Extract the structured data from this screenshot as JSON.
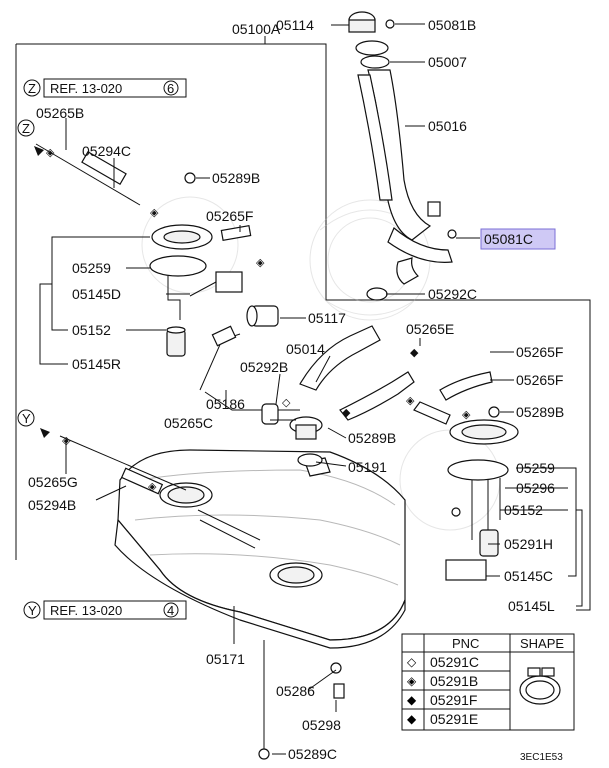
{
  "labels": {
    "p05100A": "05100A",
    "p05114": "05114",
    "p05081B": "05081B",
    "p05007": "05007",
    "p05016": "05016",
    "p05081C": "05081C",
    "p05292C": "05292C",
    "p05265B": "05265B",
    "p05294C": "05294C",
    "p05289B_top": "05289B",
    "p05265F_left": "05265F",
    "p05259_left": "05259",
    "p05145D": "05145D",
    "p05152_left": "05152",
    "p05145R": "05145R",
    "p05117": "05117",
    "p05265E": "05265E",
    "p05014": "05014",
    "p05292B": "05292B",
    "p05186": "05186",
    "p05265C": "05265C",
    "p05289B_mid": "05289B",
    "p05191": "05191",
    "p05265F_r1": "05265F",
    "p05265F_r2": "05265F",
    "p05289B_right": "05289B",
    "p05259_right": "05259",
    "p05296": "05296",
    "p05152_right": "05152",
    "p05291H": "05291H",
    "p05145C": "05145C",
    "p05145L": "05145L",
    "p05265G": "05265G",
    "p05294B": "05294B",
    "p05171": "05171",
    "p05286": "05286",
    "p05298": "05298",
    "p05289C": "05289C"
  },
  "refs": {
    "ref_z": {
      "letter": "Z",
      "text": "REF. 13-020",
      "num": "6"
    },
    "ref_y": {
      "letter": "Y",
      "text": "REF. 13-020",
      "num": "4"
    },
    "arrow_z": "Z",
    "arrow_y": "Y"
  },
  "legend": {
    "col_pnc": "PNC",
    "col_shape": "SHAPE",
    "rows": [
      {
        "symbol": "◇",
        "pnc": "05291C"
      },
      {
        "symbol": "◈",
        "pnc": "05291B"
      },
      {
        "symbol": "◆",
        "pnc": "05291F"
      },
      {
        "symbol": "◆",
        "pnc": "05291E"
      }
    ]
  },
  "footer_code": "3EC1E53",
  "highlight_color": "#cfc9f5"
}
